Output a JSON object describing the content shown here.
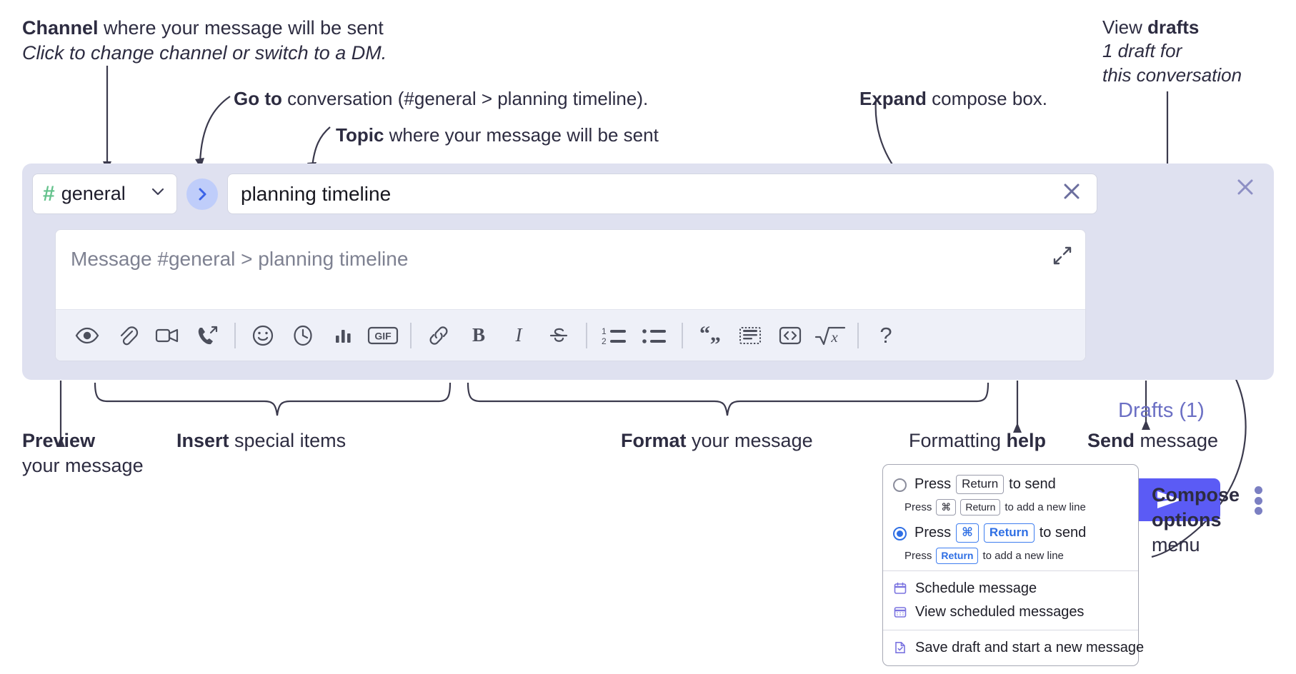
{
  "annotations": {
    "channel": {
      "bold": "Channel",
      "rest": " where your message will be sent",
      "italic": "Click to change channel or switch to a DM."
    },
    "goto": {
      "bold": "Go to",
      "rest": " conversation (#general > planning timeline)."
    },
    "topic": {
      "bold": "Topic",
      "rest": " where your message will be sent"
    },
    "expand": {
      "bold": "Expand",
      "rest": " compose box."
    },
    "drafts": {
      "plain": "View ",
      "bold": "drafts",
      "italic1": "1 draft for",
      "italic2": "this conversation"
    },
    "preview": {
      "bold": "Preview",
      "rest": "your message"
    },
    "insert": {
      "bold": "Insert",
      "rest": " special items"
    },
    "format": {
      "bold": "Format",
      "rest": " your message"
    },
    "help": {
      "plain": "Formatting ",
      "bold": "help"
    },
    "send": {
      "bold": "Send",
      "rest": " message"
    },
    "compose_options": {
      "bold1": "Compose",
      "bold2": "options",
      "rest": "menu"
    }
  },
  "compose": {
    "channel_name": "general",
    "hash_symbol": "#",
    "topic_value": "planning timeline",
    "message_placeholder": "Message #general > planning timeline",
    "drafts_label": "Drafts (1)",
    "toolbar_insert": [
      {
        "name": "preview-icon",
        "label": "Preview"
      },
      {
        "name": "attachment-icon",
        "label": "Attach file"
      },
      {
        "name": "video-icon",
        "label": "Record video"
      },
      {
        "name": "audio-call-icon",
        "label": "Record audio"
      }
    ],
    "toolbar_special": [
      {
        "name": "emoji-icon",
        "label": "Emoji"
      },
      {
        "name": "clock-icon",
        "label": "Reminder"
      },
      {
        "name": "poll-icon",
        "label": "Poll"
      },
      {
        "name": "gif-icon",
        "label": "GIF"
      }
    ],
    "toolbar_format": [
      {
        "name": "link-icon",
        "label": "Link"
      },
      {
        "name": "bold-icon",
        "label": "B"
      },
      {
        "name": "italic-icon",
        "label": "I"
      },
      {
        "name": "strikethrough-icon",
        "label": "S"
      },
      {
        "name": "ordered-list-icon",
        "label": "Ordered list"
      },
      {
        "name": "bullet-list-icon",
        "label": "Bullet list"
      },
      {
        "name": "quote-icon",
        "label": "Quote"
      },
      {
        "name": "code-block-icon",
        "label": "Code block"
      },
      {
        "name": "code-inline-icon",
        "label": "Code"
      },
      {
        "name": "math-icon",
        "label": "Math"
      }
    ],
    "help_glyph": "?"
  },
  "options_menu": {
    "radio1": {
      "selected": false,
      "pre": "Press",
      "key": "Return",
      "post": "to send",
      "sub_pre": "Press",
      "sub_key1": "⌘",
      "sub_key2": "Return",
      "sub_post": "to add a new line"
    },
    "radio2": {
      "selected": true,
      "pre": "Press",
      "key1": "⌘",
      "key2": "Return",
      "post": "to send",
      "sub_pre": "Press",
      "sub_key": "Return",
      "sub_post": "to add a new line"
    },
    "items": [
      {
        "name": "schedule-message",
        "label": "Schedule message",
        "icon": "calendar-icon"
      },
      {
        "name": "view-scheduled-messages",
        "label": "View scheduled messages",
        "icon": "calendar-grid-icon"
      },
      {
        "name": "save-draft",
        "label": "Save draft and start a new message",
        "icon": "draft-check-icon"
      }
    ]
  },
  "colors": {
    "panel_bg": "#dfe1f0",
    "send_button": "#5b5bf5",
    "accent_link": "#6b6fc4",
    "hash_green": "#64c28c",
    "goto_blue": "#3b63e8",
    "key_blue": "#2f6fe4"
  }
}
